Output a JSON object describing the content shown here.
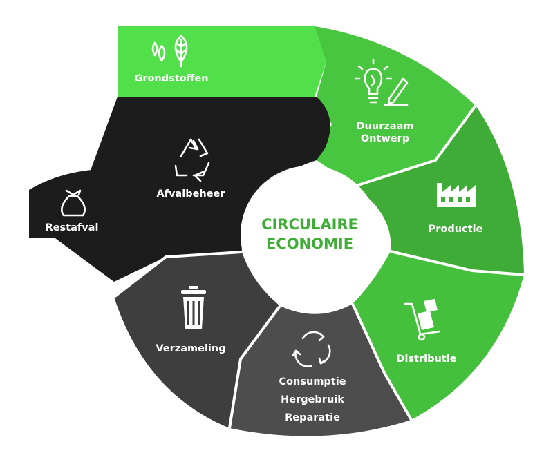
{
  "diagram": {
    "title_lines": [
      "CIRCULAIRE",
      "ECONOMIE"
    ],
    "segments": {
      "grondstoffen": {
        "lines": [
          "Grondstoffen"
        ],
        "icon": "water-drops-and-leaf-icon"
      },
      "ontwerp": {
        "lines": [
          "Duurzaam",
          "Ontwerp"
        ],
        "icon": "lightbulb-and-pencil-icon"
      },
      "productie": {
        "lines": [
          "Productie"
        ],
        "icon": "factory-icon"
      },
      "distributie": {
        "lines": [
          "Distributie"
        ],
        "icon": "hand-truck-icon"
      },
      "consumptie": {
        "lines": [
          "Consumptie",
          "Hergebruik",
          "Reparatie"
        ],
        "icon": "circular-arrows-icon"
      },
      "verzameling": {
        "lines": [
          "Verzameling"
        ],
        "icon": "trash-bin-icon"
      },
      "afvalbeheer": {
        "lines": [
          "Afvalbeheer"
        ],
        "icon": "recycle-icon"
      },
      "restafval": {
        "lines": [
          "Restafval"
        ],
        "icon": "garbage-bag-icon"
      }
    }
  },
  "colors": {
    "grondstoffen": "#52e04a",
    "ontwerp": "#48c63f",
    "productie": "#3eac36",
    "distributie": "#45c03c",
    "consumptie": "#4d4d4d",
    "verzameling": "#3e3e3e",
    "afvalbeheer": "#1c1c1c",
    "restafval": "#1c1c1c",
    "center_fill": "#ffffff",
    "center_text": "#3fae36"
  }
}
